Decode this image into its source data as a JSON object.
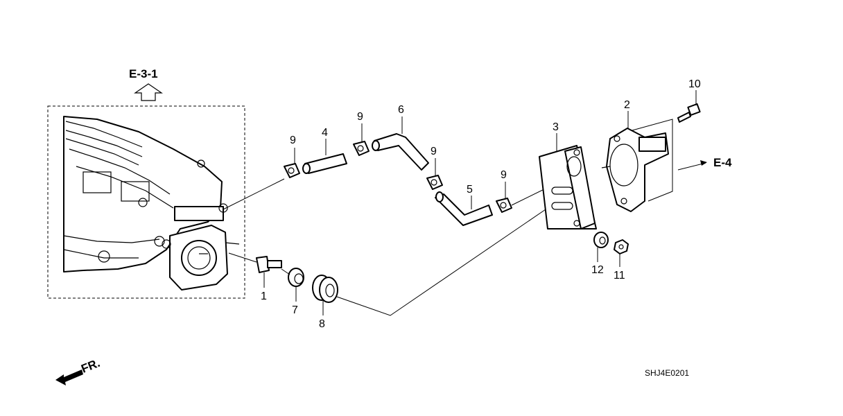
{
  "references": {
    "e31": "E-3-1",
    "e4": "E-4"
  },
  "parts": {
    "p1": "1",
    "p2": "2",
    "p3": "3",
    "p4": "4",
    "p5": "5",
    "p6": "6",
    "p7": "7",
    "p8": "8",
    "p9": "9",
    "p10": "10",
    "p11": "11",
    "p12": "12"
  },
  "direction_label": "FR.",
  "diagram_code": "SHJ4E0201"
}
